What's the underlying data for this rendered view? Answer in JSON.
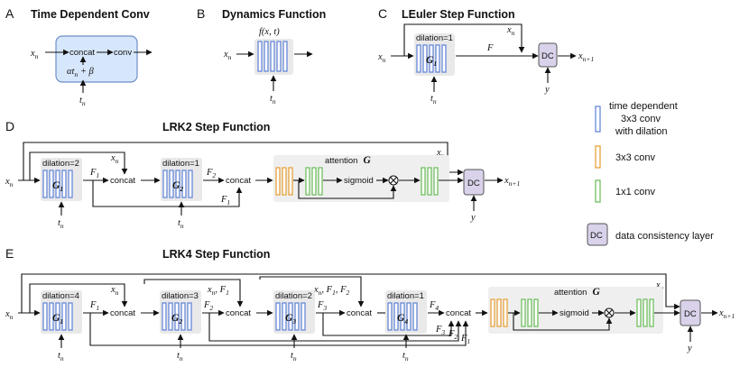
{
  "panels": {
    "a": {
      "letter": "A",
      "title": "Time Dependent Conv",
      "concat": "concat",
      "conv": "conv",
      "x": "x",
      "n": "n",
      "t": "t",
      "expr_alpha": "α",
      "expr_mid": "t",
      "expr_rest": " + β"
    },
    "b": {
      "letter": "B",
      "title": "Dynamics Function",
      "f": "f(x, t)",
      "x": "x",
      "n": "n",
      "t": "t"
    },
    "c": {
      "letter": "C",
      "title": "LEuler Step Function",
      "dilation": "dilation=1",
      "G": "G",
      "g_sub": "1",
      "F": "F",
      "x": "x",
      "n": "n",
      "t": "t",
      "dc": "DC",
      "out": "x",
      "out_sub": "n+1",
      "y": "y"
    },
    "d": {
      "letter": "D",
      "title": "LRK2 Step Function",
      "dilation1": "dilation=2",
      "dilation2": "dilation=1",
      "G": "G",
      "concat": "concat",
      "F": "F",
      "attention": "attention",
      "attention_G": "G",
      "sigmoid": "sigmoid",
      "dc": "DC",
      "x": "x",
      "n": "n",
      "t": "t",
      "out": "x",
      "out_sub": "n+1",
      "y": "y",
      "s1": "1",
      "s2": "2"
    },
    "e": {
      "letter": "E",
      "title": "LRK4 Step Function",
      "dilations": [
        "dilation=4",
        "dilation=3",
        "dilation=2",
        "dilation=1"
      ],
      "G": "G",
      "concat": "concat",
      "F": "F",
      "attention": "attention",
      "attention_G": "G",
      "sigmoid": "sigmoid",
      "dc": "DC",
      "x": "x",
      "n": "n",
      "t": "t",
      "out": "x",
      "out_sub": "n+1",
      "y": "y",
      "s1": "1",
      "s2": "2",
      "s3": "3",
      "s4": "4"
    }
  },
  "legend": {
    "items": [
      {
        "label_lines": [
          "time dependent",
          "3x3 conv",
          "with dilation"
        ],
        "color": "#6688d9"
      },
      {
        "label_lines": [
          "3x3 conv"
        ],
        "color": "#e8a23b"
      },
      {
        "label_lines": [
          "1x1 conv"
        ],
        "color": "#6fbf5f"
      },
      {
        "label_lines": [
          "data consistency layer"
        ],
        "color": "#d9d2ea",
        "badge": "DC"
      }
    ]
  },
  "colors": {
    "time_dependent": "#6688d9",
    "conv3x3": "#e8a23b",
    "conv1x1": "#6fbf5f",
    "dc": "#d9d2ea",
    "block_bg": "#e9e9e9",
    "tdc_box": "#d6e6fb"
  }
}
